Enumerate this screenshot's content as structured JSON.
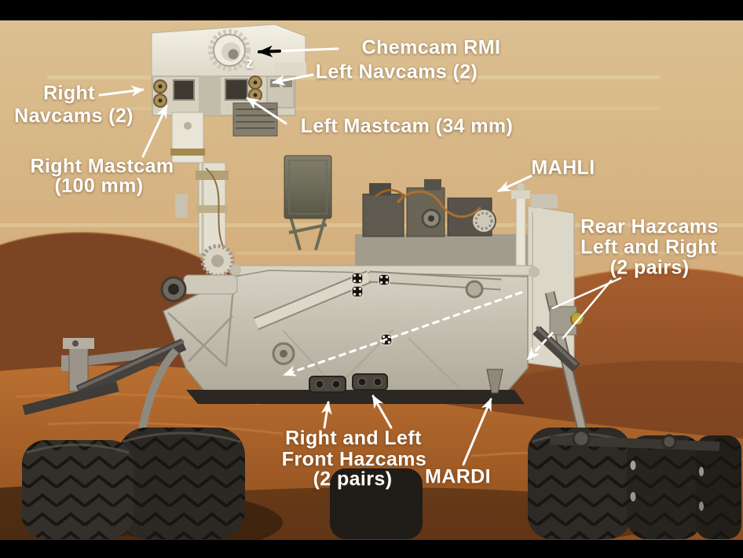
{
  "figure": {
    "labels": {
      "chemcam": "Chemcam RMI",
      "left_navcams": "Left Navcams (2)",
      "right_navcams_line1": "Right",
      "right_navcams_line2": "Navcams (2)",
      "right_mastcam_line1": "Right Mastcam",
      "right_mastcam_line2": "(100 mm)",
      "left_mastcam": "Left Mastcam (34 mm)",
      "mahli": "MAHLI",
      "rear_hazcams_line1": "Rear Hazcams",
      "rear_hazcams_line2": "Left and Right",
      "rear_hazcams_line3": "(2 pairs)",
      "front_hazcams_line1": "Right and Left",
      "front_hazcams_line2": "Front Hazcams",
      "front_hazcams_line3": "(2 pairs)",
      "mardi": "MARDI",
      "z_axis_mark": "z"
    }
  },
  "palette": {
    "frame": "#000000",
    "labelText": "#ffffff",
    "skyTop": "#dcc193",
    "skyMid": "#d4af7d",
    "skyLow": "#cfa873",
    "leftHill": "#7b4423",
    "rightHillLight": "#a65e2e",
    "rightHillDark": "#7c4421",
    "sand": "#b96f31",
    "sandDark": "#8f4e1e",
    "groundShadow": "#311c0b",
    "roverLight": "#e7e3d5",
    "roverMid": "#c9c4b6",
    "roverDark": "#55504a",
    "wheel": "#2c2824",
    "tread": "#16130f",
    "copper": "#b5722e",
    "goldLens": "#a98f58",
    "oliveBox": "#75735e",
    "rearHazcamYellow": "#c9a23a"
  }
}
